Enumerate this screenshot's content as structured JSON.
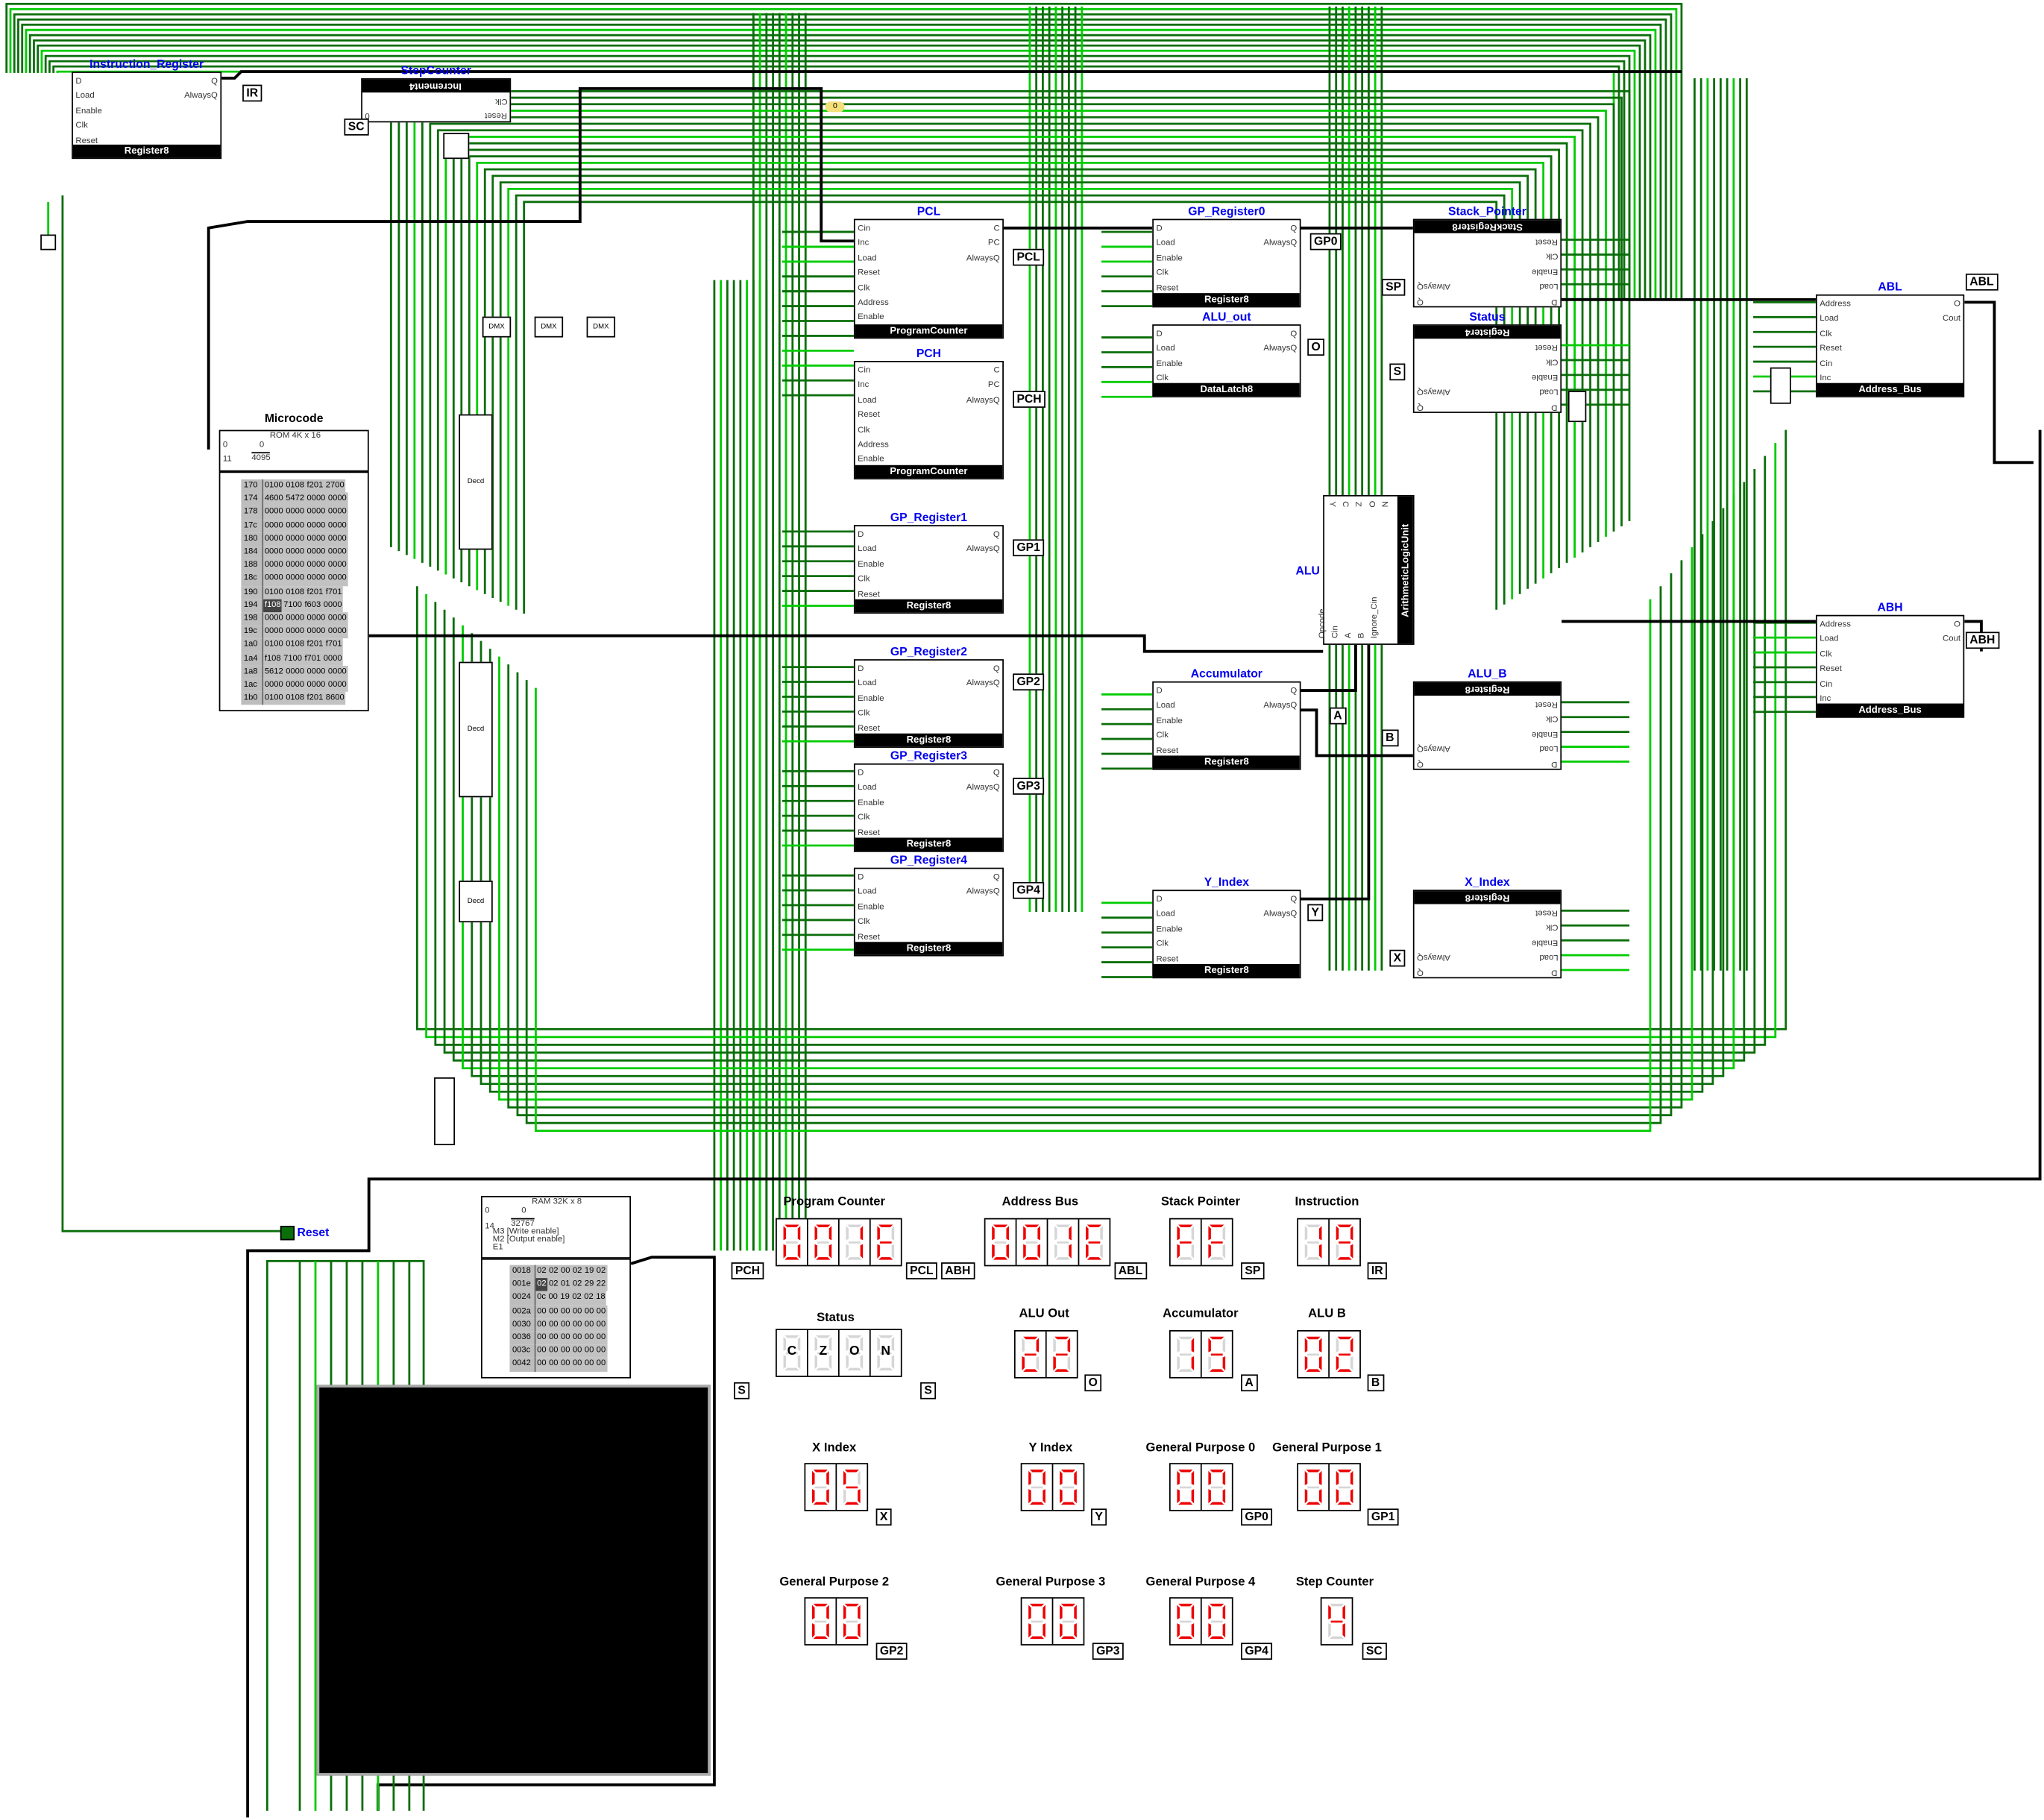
{
  "components": {
    "instruction_register": {
      "title": "Instruction_Register",
      "type": "Register8",
      "left": [
        "D",
        "Load",
        "Enable",
        "Clk",
        "Reset"
      ],
      "right": [
        "Q",
        "AlwaysQ"
      ]
    },
    "step_counter": {
      "title": "StepCounter",
      "type": "Increment4",
      "left": [
        "0"
      ],
      "right": [
        "Clk",
        "Reset"
      ]
    },
    "pcl": {
      "title": "PCL",
      "type": "ProgramCounter",
      "left": [
        "Cin",
        "Inc",
        "Load",
        "Reset",
        "Clk",
        "Address",
        "Enable"
      ],
      "right": [
        "C",
        "PC",
        "AlwaysQ"
      ]
    },
    "pch": {
      "title": "PCH",
      "type": "ProgramCounter",
      "left": [
        "Cin",
        "Inc",
        "Load",
        "Reset",
        "Clk",
        "Address",
        "Enable"
      ],
      "right": [
        "C",
        "PC",
        "AlwaysQ"
      ]
    },
    "gp_register0": {
      "title": "GP_Register0",
      "type": "Register8",
      "left": [
        "D",
        "Load",
        "Enable",
        "Clk",
        "Reset"
      ],
      "right": [
        "Q",
        "AlwaysQ"
      ]
    },
    "alu_out": {
      "title": "ALU_out",
      "type": "DataLatch8",
      "left": [
        "D",
        "Load",
        "Enable",
        "Clk"
      ],
      "right": [
        "Q",
        "AlwaysQ"
      ]
    },
    "gp_register1": {
      "title": "GP_Register1",
      "type": "Register8",
      "left": [
        "D",
        "Load",
        "Enable",
        "Clk",
        "Reset"
      ],
      "right": [
        "Q",
        "AlwaysQ"
      ]
    },
    "gp_register2": {
      "title": "GP_Register2",
      "type": "Register8",
      "left": [
        "D",
        "Load",
        "Enable",
        "Clk",
        "Reset"
      ],
      "right": [
        "Q",
        "AlwaysQ"
      ]
    },
    "gp_register3": {
      "title": "GP_Register3",
      "type": "Register8",
      "left": [
        "D",
        "Load",
        "Enable",
        "Clk",
        "Reset"
      ],
      "right": [
        "Q",
        "AlwaysQ"
      ]
    },
    "gp_register4": {
      "title": "GP_Register4",
      "type": "Register8",
      "left": [
        "D",
        "Load",
        "Enable",
        "Clk",
        "Reset"
      ],
      "right": [
        "Q",
        "AlwaysQ"
      ]
    },
    "accumulator": {
      "title": "Accumulator",
      "type": "Register8",
      "left": [
        "D",
        "Load",
        "Enable",
        "Clk",
        "Reset"
      ],
      "right": [
        "Q",
        "AlwaysQ"
      ]
    },
    "y_index": {
      "title": "Y_Index",
      "type": "Register8",
      "left": [
        "D",
        "Load",
        "Enable",
        "Clk",
        "Reset"
      ],
      "right": [
        "Q",
        "AlwaysQ"
      ]
    },
    "stack_pointer": {
      "title": "Stack_Pointer",
      "type": "StackRegister8",
      "left": [
        "AlwaysQ",
        "Q"
      ],
      "right": [
        "Reset",
        "Clk",
        "Enable",
        "Load",
        "D"
      ]
    },
    "status": {
      "title": "Status",
      "type": "Register4",
      "left": [
        "AlwaysQ",
        "Q"
      ],
      "right": [
        "Reset",
        "Clk",
        "Enable",
        "Load",
        "D"
      ]
    },
    "alu_b": {
      "title": "ALU_B",
      "type": "Register8",
      "left": [
        "AlwaysQ",
        "Q"
      ],
      "right": [
        "Reset",
        "Clk",
        "Enable",
        "Load",
        "D"
      ]
    },
    "x_index": {
      "title": "X_Index",
      "type": "Register8",
      "left": [
        "AlwaysQ",
        "Q"
      ],
      "right": [
        "Reset",
        "Clk",
        "Enable",
        "Load",
        "D"
      ]
    },
    "abl": {
      "title": "ABL",
      "type": "Address_Bus",
      "left": [
        "Address",
        "Load",
        "Clk",
        "Reset",
        "Cin",
        "Inc"
      ],
      "right": [
        "O",
        "Cout"
      ]
    },
    "abh": {
      "title": "ABH",
      "type": "Address_Bus",
      "left": [
        "Address",
        "Load",
        "Clk",
        "Reset",
        "Cin",
        "Inc"
      ],
      "right": [
        "O",
        "Cout"
      ]
    }
  },
  "alu": {
    "title": "ALU",
    "type": "ArithmeticLogicUnit",
    "top_pins": [
      "Y",
      "C",
      "Z",
      "O",
      "N"
    ],
    "bottom_pins": [
      "Opcode",
      "Cin",
      "A",
      "B",
      "Ignore_Cin"
    ]
  },
  "microcode": {
    "title": "Microcode",
    "header": "ROM 4K x 16",
    "addr_low": "0",
    "addr_high": "4095",
    "bits_low": "0",
    "bits_high": "11",
    "rows": [
      {
        "addr": "170",
        "words": [
          "0100",
          "0108",
          "f201",
          "2700"
        ]
      },
      {
        "addr": "174",
        "words": [
          "4600",
          "5472",
          "0000",
          "0000"
        ]
      },
      {
        "addr": "178",
        "words": [
          "0000",
          "0000",
          "0000",
          "0000"
        ]
      },
      {
        "addr": "17c",
        "words": [
          "0000",
          "0000",
          "0000",
          "0000"
        ]
      },
      {
        "addr": "180",
        "words": [
          "0000",
          "0000",
          "0000",
          "0000"
        ]
      },
      {
        "addr": "184",
        "words": [
          "0000",
          "0000",
          "0000",
          "0000"
        ]
      },
      {
        "addr": "188",
        "words": [
          "0000",
          "0000",
          "0000",
          "0000"
        ]
      },
      {
        "addr": "18c",
        "words": [
          "0000",
          "0000",
          "0000",
          "0000"
        ]
      },
      {
        "addr": "190",
        "words": [
          "0100",
          "0108",
          "f201",
          "f701"
        ]
      },
      {
        "addr": "194",
        "words": [
          "f108",
          "7100",
          "f603",
          "0000"
        ]
      },
      {
        "addr": "198",
        "words": [
          "0000",
          "0000",
          "0000",
          "0000"
        ]
      },
      {
        "addr": "19c",
        "words": [
          "0000",
          "0000",
          "0000",
          "0000"
        ]
      },
      {
        "addr": "1a0",
        "words": [
          "0100",
          "0108",
          "f201",
          "f701"
        ]
      },
      {
        "addr": "1a4",
        "words": [
          "f108",
          "7100",
          "f701",
          "0000"
        ]
      },
      {
        "addr": "1a8",
        "words": [
          "5612",
          "0000",
          "0000",
          "0000"
        ]
      },
      {
        "addr": "1ac",
        "words": [
          "0000",
          "0000",
          "0000",
          "0000"
        ]
      },
      {
        "addr": "1b0",
        "words": [
          "0100",
          "0108",
          "f201",
          "8600"
        ]
      }
    ],
    "selected": {
      "row": 9,
      "col": 0
    }
  },
  "ram": {
    "header": "RAM 32K x 8",
    "addr_low": "0",
    "addr_high": "32767",
    "bits_low": "0",
    "bits_high": "14",
    "signals": [
      "M3 [Write enable]",
      "M2 [Output enable]",
      "E1"
    ],
    "rows": [
      {
        "addr": "0018",
        "bytes": [
          "02",
          "02",
          "00",
          "02",
          "19",
          "02"
        ]
      },
      {
        "addr": "001e",
        "bytes": [
          "02",
          "02",
          "01",
          "02",
          "29",
          "22"
        ]
      },
      {
        "addr": "0024",
        "bytes": [
          "0c",
          "00",
          "19",
          "02",
          "02",
          "18"
        ]
      },
      {
        "addr": "002a",
        "bytes": [
          "00",
          "00",
          "00",
          "00",
          "00",
          "00"
        ]
      },
      {
        "addr": "0030",
        "bytes": [
          "00",
          "00",
          "00",
          "00",
          "00",
          "00"
        ]
      },
      {
        "addr": "0036",
        "bytes": [
          "00",
          "00",
          "00",
          "00",
          "00",
          "00"
        ]
      },
      {
        "addr": "003c",
        "bytes": [
          "00",
          "00",
          "00",
          "00",
          "00",
          "00"
        ]
      },
      {
        "addr": "0042",
        "bytes": [
          "00",
          "00",
          "00",
          "00",
          "00",
          "00"
        ]
      }
    ],
    "selected": {
      "row": 1,
      "col": 0
    }
  },
  "displays": [
    {
      "title": "Program Counter",
      "value": "001E"
    },
    {
      "title": "Address Bus",
      "value": "001E"
    },
    {
      "title": "Stack Pointer",
      "value": "FF"
    },
    {
      "title": "Instruction",
      "value": "19"
    },
    {
      "title": "Status",
      "value": "    ",
      "letters": [
        "C",
        "Z",
        "O",
        "N"
      ]
    },
    {
      "title": "ALU Out",
      "value": "22"
    },
    {
      "title": "Accumulator",
      "value": "15"
    },
    {
      "title": "ALU B",
      "value": "02"
    },
    {
      "title": "X Index",
      "value": "05"
    },
    {
      "title": "Y Index",
      "value": "00"
    },
    {
      "title": "General Purpose 0",
      "value": "00"
    },
    {
      "title": "General Purpose 1",
      "value": "00"
    },
    {
      "title": "General Purpose 2",
      "value": "00"
    },
    {
      "title": "General Purpose 3",
      "value": "00"
    },
    {
      "title": "General Purpose 4",
      "value": "00"
    },
    {
      "title": "Step Counter",
      "value": "4"
    }
  ],
  "tunnels": [
    "IR",
    "SC",
    "PCL",
    "PCH",
    "GP1",
    "GP2",
    "GP3",
    "GP4",
    "GP0",
    "O",
    "SP",
    "S",
    "A",
    "B",
    "Y",
    "X",
    "ABL",
    "ABH",
    "PCH",
    "PCL",
    "ABH",
    "ABL",
    "SP",
    "IR",
    "S",
    "S",
    "O",
    "A",
    "B",
    "X",
    "Y",
    "GP0",
    "GP1",
    "GP2",
    "GP3",
    "GP4",
    "SC"
  ],
  "reset_button": {
    "label": "Reset"
  },
  "probe": {
    "value": "0"
  },
  "misc_labels": {
    "dmx": "DMX",
    "decoder": "Decd",
    "const_zero": "0",
    "const_00": "00"
  },
  "colors": {
    "wire_dark": "#0a6e0a",
    "wire_bright": "#00cc00",
    "bus": "#000000",
    "title": "#0000ee",
    "segment_on": "#ee0000",
    "segment_off": "#d6d6d6"
  }
}
